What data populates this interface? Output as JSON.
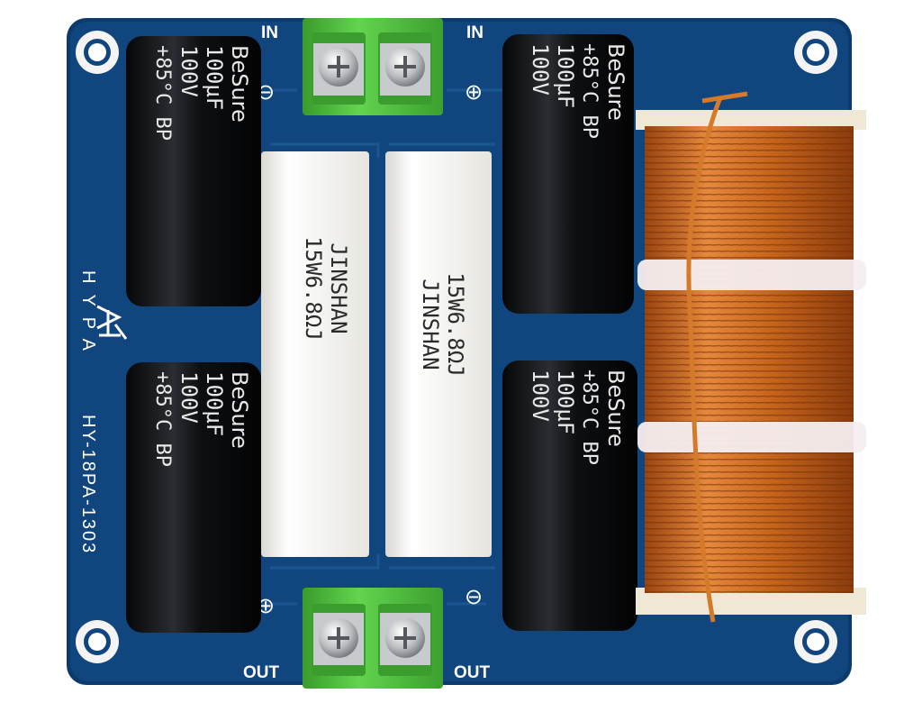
{
  "board": {
    "color": "#10457e",
    "edge_color": "#0b3a6c",
    "model": "HY-18PA-1303",
    "brand": "HYPA",
    "input_label_left": "IN",
    "input_label_right": "IN",
    "output_label_left": "OUT",
    "output_label_right": "OUT",
    "polarity_symbol": "⊖⊕",
    "logo": "HYPA logo"
  },
  "capacitors": {
    "brand": "BeSure",
    "capacitance": "100µF",
    "voltage": "100V",
    "temp_type": "+85°C BP",
    "count": 4,
    "body_color": "#17191c"
  },
  "resistors": {
    "brand": "JINSHAN",
    "rating": "15W6.8ΩJ",
    "count": 2,
    "body_color": "#f3f2ec"
  },
  "terminals": {
    "color": "#4fc23c",
    "count": 2
  },
  "inductor": {
    "wire_color": "#c8651c",
    "bobbin_color": "#efe8d4",
    "tie_color": "#f6eef0"
  }
}
